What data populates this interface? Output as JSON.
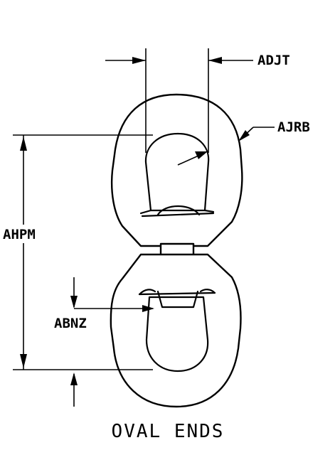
{
  "labels": {
    "adjt": "ADJT",
    "ajrb": "AJRB",
    "ahpm": "AHPM",
    "abnz": "ABNZ"
  },
  "caption": "OVAL ENDS",
  "colors": {
    "line": "#000000",
    "background": "#ffffff"
  }
}
